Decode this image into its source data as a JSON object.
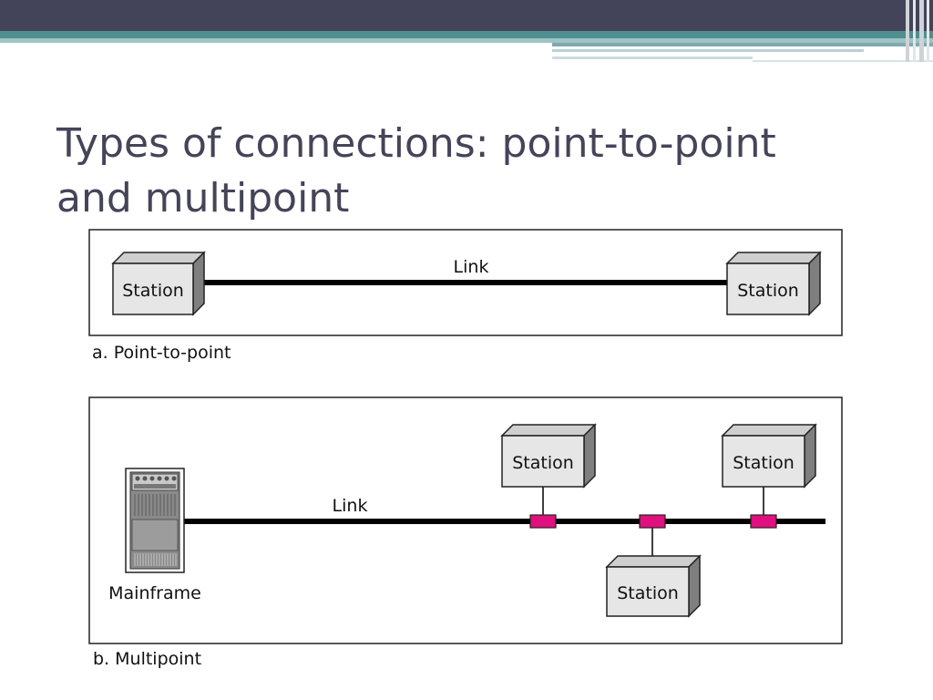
{
  "slide": {
    "title_line1": "Types of connections: point-to-point",
    "title_line2": "and multipoint"
  },
  "point_to_point": {
    "caption": "a. Point-to-point",
    "link_label": "Link",
    "station_left_label": "Station",
    "station_right_label": "Station"
  },
  "multipoint": {
    "caption": "b. Multipoint",
    "link_label": "Link",
    "mainframe_label": "Mainframe",
    "station_1_label": "Station",
    "station_2_label": "Station",
    "station_3_label": "Station"
  },
  "colors": {
    "title_text": "#454458",
    "banner_dark": "#43435a",
    "banner_teal": "#4f8f8f",
    "station_face": "#e6e6e6",
    "station_top": "#cfcfcf",
    "station_side": "#7f7f7f",
    "tap_connector": "#e0107e"
  }
}
